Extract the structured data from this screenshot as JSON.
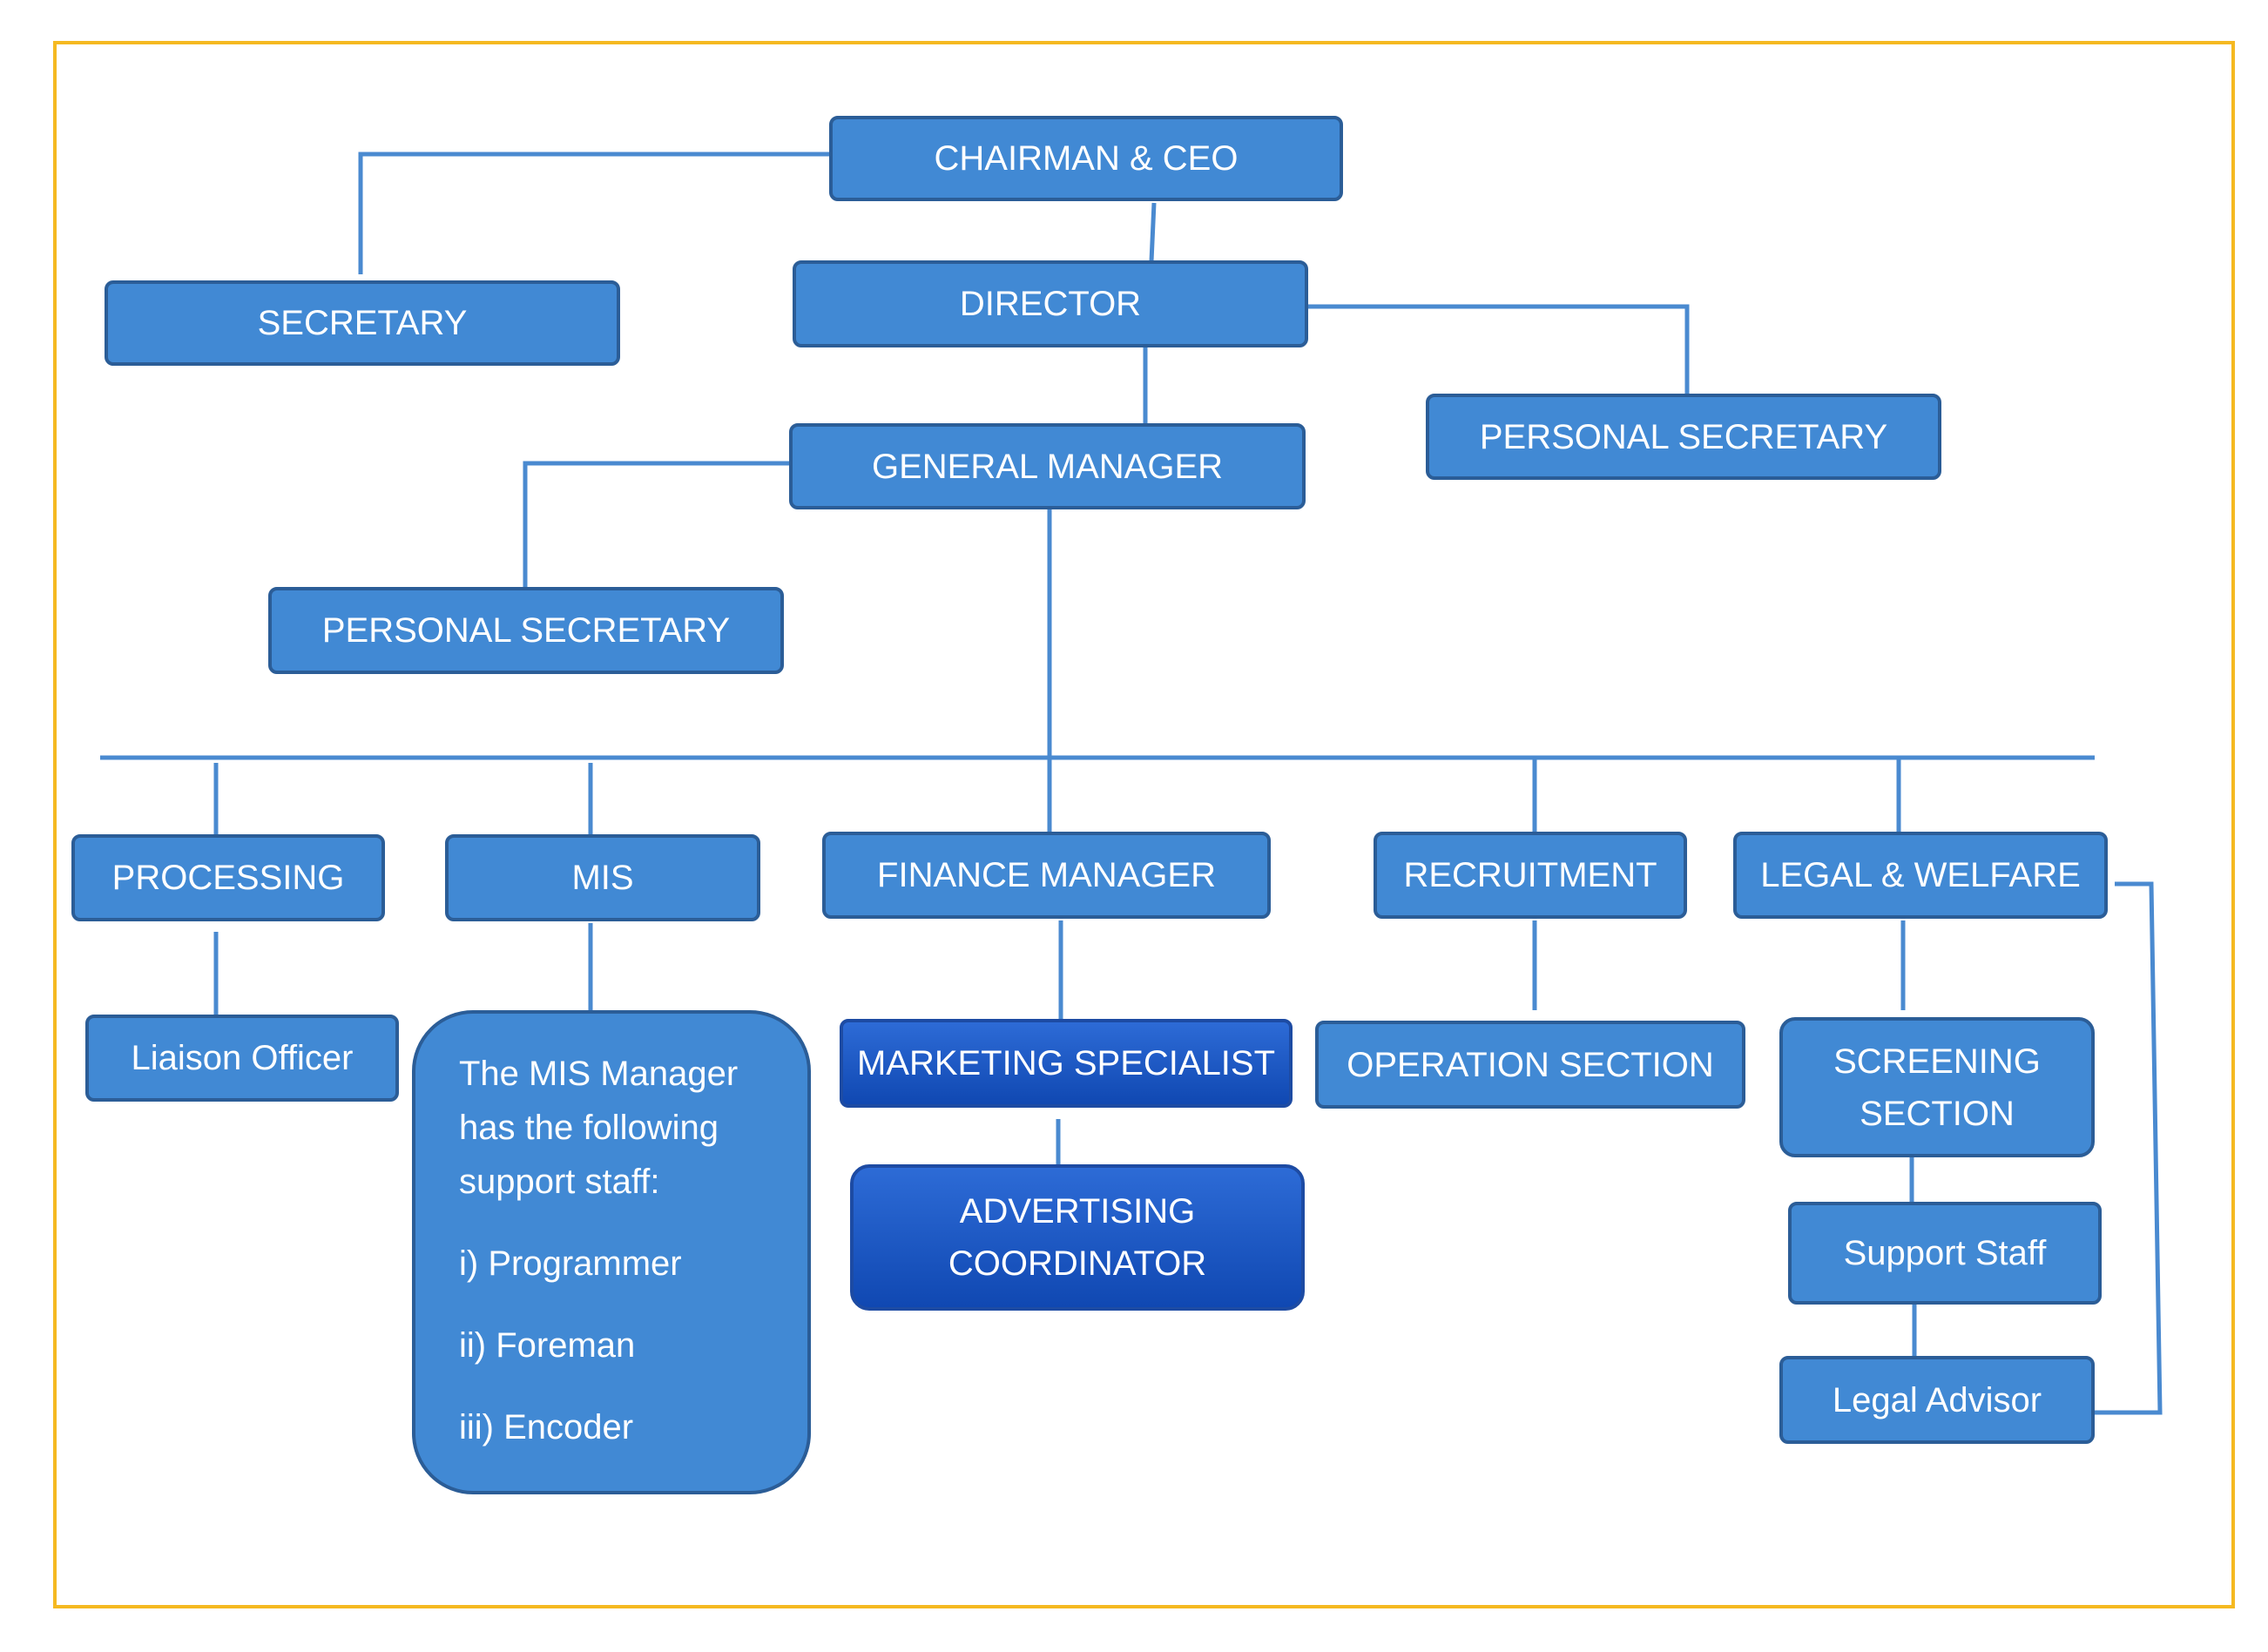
{
  "nodes": {
    "chairman": "CHAIRMAN & CEO",
    "secretary": "SECRETARY",
    "director": "DIRECTOR",
    "personal_secretary_director": "PERSONAL SECRETARY",
    "general_manager": "GENERAL MANAGER",
    "personal_secretary_gm": "PERSONAL SECRETARY",
    "processing": "PROCESSING",
    "mis": "MIS",
    "finance_manager": "FINANCE MANAGER",
    "recruitment": "RECRUITMENT",
    "legal_welfare": "LEGAL & WELFARE",
    "liaison_officer": "Liaison Officer",
    "marketing_specialist": "MARKETING SPECIALIST",
    "advertising_line1": "ADVERTISING",
    "advertising_line2": "COORDINATOR",
    "operation_section": "OPERATION SECTION",
    "screening_line1": "SCREENING",
    "screening_line2": "SECTION",
    "support_staff": "Support Staff",
    "legal_advisor": "Legal Advisor"
  },
  "mis_note": {
    "line1": "The MIS Manager",
    "line2": "has the following",
    "line3": "support staff:",
    "item1": "i) Programmer",
    "item2": "ii) Foreman",
    "item3": "iii) Encoder"
  },
  "colors": {
    "box_fill": "#4189d4",
    "box_border": "#2b5d97",
    "box_dark_fill": "#1048b2",
    "connector": "#4a8ad0",
    "frame": "#f5b921"
  }
}
